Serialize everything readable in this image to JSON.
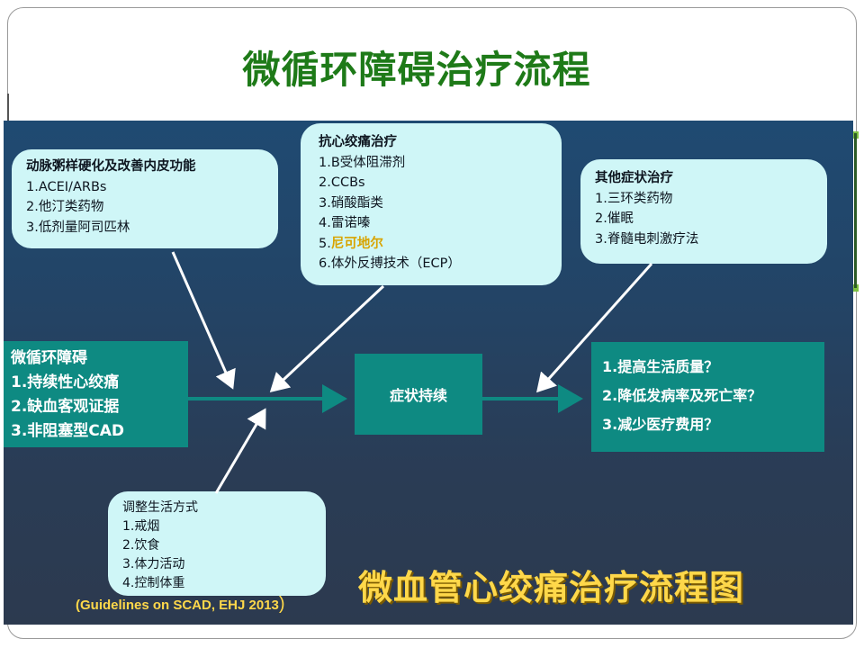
{
  "title": "微循环障碍治疗流程",
  "box_atherosclerosis": {
    "heading": "动脉粥样硬化及改善内皮功能",
    "items": [
      "1.ACEI/ARBs",
      "2.他汀类药物",
      "3.低剂量阿司匹林"
    ]
  },
  "box_antianginal": {
    "heading": "抗心绞痛治疗",
    "items": [
      "1.Β受体阻滞剂",
      "2.CCBs",
      "3.硝酸酯类",
      "4.雷诺嗪"
    ],
    "item5_prefix": "5.",
    "item5_highlight": "尼可地尔",
    "item6": "6.体外反搏技术（ECP）"
  },
  "box_other": {
    "heading": "其他症状治疗",
    "items": [
      "1.三环类药物",
      "2.催眠",
      "3.脊髓电刺激疗法"
    ]
  },
  "box_microvascular": {
    "heading": "微循环障碍",
    "items": [
      "1.持续性心绞痛",
      "2.缺血客观证据",
      "3.非阻塞型CAD"
    ]
  },
  "box_symptoms": {
    "label": "症状持续"
  },
  "box_goals": {
    "items": [
      "1.提高生活质量？",
      "2.降低发病率及死亡率？",
      "3.减少医疗费用？"
    ]
  },
  "box_lifestyle": {
    "heading": "调整生活方式",
    "items": [
      "1.戒烟",
      "2.饮食",
      "3.体力活动",
      "4.控制体重"
    ]
  },
  "caption": "微血管心绞痛治疗流程图",
  "citation": "(Guidelines on SCAD, EHJ 2013",
  "citation_paren": ")",
  "colors": {
    "title_green": "#1e7a18",
    "panel_blue": "#234466",
    "box_cyan": "#cff6f7",
    "teal": "#0e8a82",
    "caption_yellow": "#ffd84a",
    "highlight_orange": "#d8a400"
  }
}
